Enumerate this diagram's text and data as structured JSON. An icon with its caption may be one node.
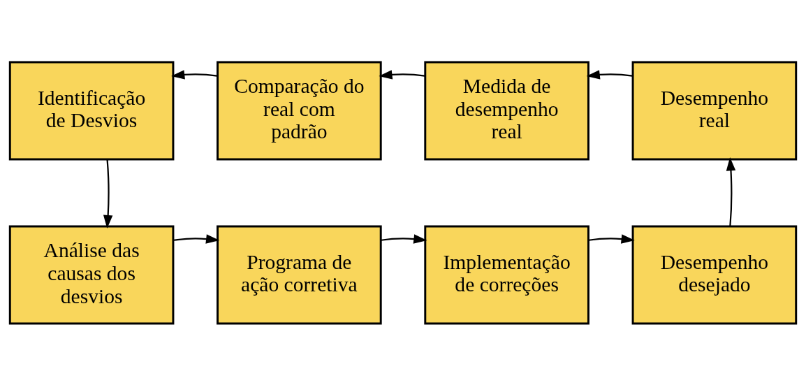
{
  "diagram": {
    "nodes": [
      {
        "text": [
          "Identificação de Desvios"
        ]
      },
      {
        "text": [
          "Comparação do real com padrão"
        ]
      },
      {
        "text": [
          "Medida de desempenho real"
        ]
      },
      {
        "text": [
          "Desempenho real"
        ]
      },
      {
        "text": [
          "Análise das causas dos desvios"
        ]
      },
      {
        "text": [
          "Programa de ação corretiva"
        ]
      },
      {
        "text": [
          "Implementação de correções"
        ]
      },
      {
        "text": [
          "Desempenho desejado"
        ]
      }
    ],
    "edges": [
      {
        "from": 7,
        "to": 3,
        "arrow": "to"
      },
      {
        "from": 3,
        "to": 2,
        "arrow": "to"
      },
      {
        "from": 2,
        "to": 1,
        "arrow": "to"
      },
      {
        "from": 1,
        "to": 0,
        "arrow": "to"
      },
      {
        "from": 0,
        "to": 4,
        "arrow": "to"
      },
      {
        "from": 4,
        "to": 5,
        "arrow": "to"
      },
      {
        "from": 5,
        "to": 6,
        "arrow": "to"
      },
      {
        "from": 6,
        "to": 7,
        "arrow": "to"
      }
    ]
  }
}
